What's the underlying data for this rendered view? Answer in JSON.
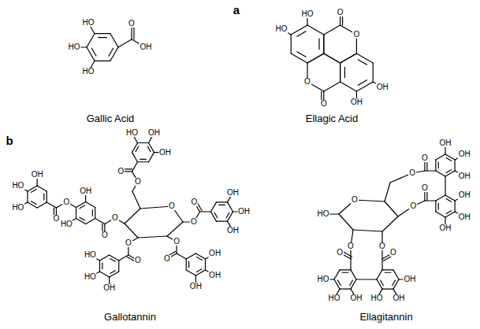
{
  "diagram": {
    "labels": [
      "a",
      "Gallic Acid",
      "Ellagic Acid",
      "b",
      "Gallotannin",
      "Ellagitannin",
      "HO",
      "HO",
      "HO",
      "O",
      "OH",
      "O",
      "O",
      "O",
      "O",
      "HO",
      "HO",
      "OH",
      "OH",
      "O",
      "O",
      "O",
      "HO",
      "OH",
      "OH",
      "O",
      "O",
      "OH",
      "OH",
      "OH",
      "O",
      "O",
      "OH",
      "OH",
      "OH",
      "O",
      "O",
      "OH",
      "HO",
      "HO",
      "O",
      "O",
      "HO",
      "OH",
      "O",
      "O",
      "HO",
      "HO",
      "OH",
      "O",
      "HO",
      "O",
      "O",
      "OH",
      "HO",
      "HO",
      "O",
      "O",
      "HO",
      "OH",
      "OH",
      "O",
      "O",
      "OH",
      "OH",
      "OH",
      "O",
      "O",
      "OH",
      "OH",
      "OH"
    ]
  }
}
